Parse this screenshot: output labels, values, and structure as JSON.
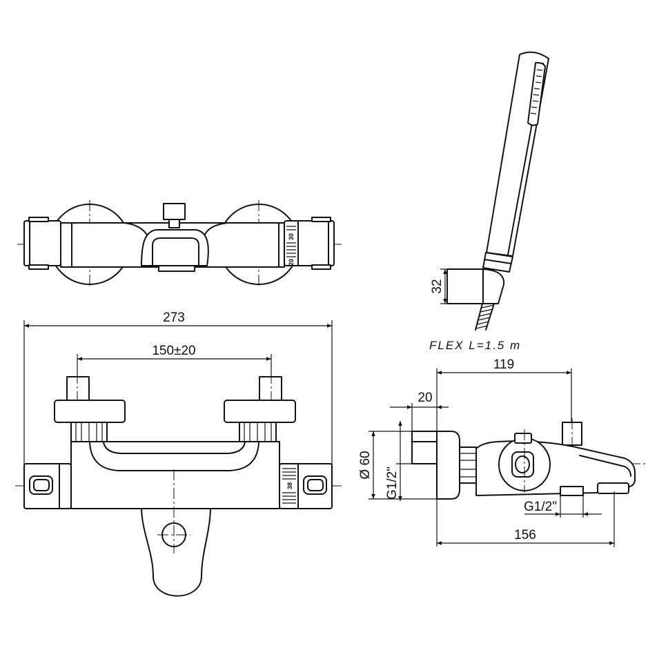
{
  "drawing": {
    "dim_overall_width": "273",
    "dim_inlet_spacing": "150±20",
    "dim_holder_height": "32",
    "hose_label": "FLEX L=1.5 m",
    "dim_depth_top": "119",
    "dim_inlet_depth": "20",
    "dim_flange_diameter": "Ø 60",
    "dim_inlet_thread": "G1/2\"",
    "dim_outlet_thread": "G1/2\"",
    "dim_depth_bottom": "156",
    "scale_top_upper": "30",
    "scale_top_lower": "20",
    "scale_front": "38"
  },
  "colors": {
    "line": "#111111",
    "background": "#ffffff"
  }
}
